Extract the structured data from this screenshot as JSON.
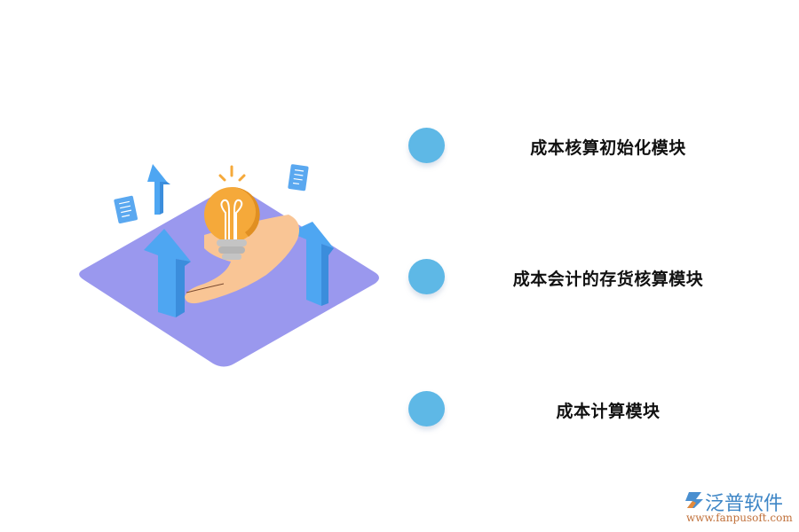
{
  "modules": [
    {
      "label": "成本核算初始化模块"
    },
    {
      "label": "成本会计的存货核算模块"
    },
    {
      "label": "成本计算模块"
    }
  ],
  "logo": {
    "name": "泛普软件",
    "url": "www.fanpusoft.com"
  },
  "colors": {
    "dot": "#5eb8e6",
    "platform": "#9a98ee",
    "arrow": "#4ea6f2",
    "bulb": "#f5a93a",
    "hand": "#f9c595"
  }
}
